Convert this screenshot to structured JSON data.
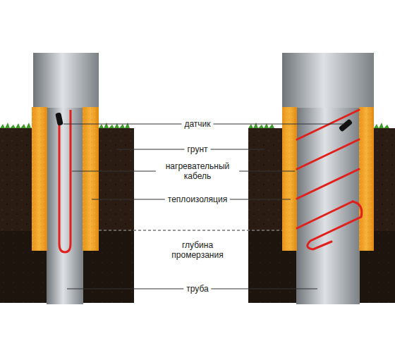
{
  "diagram": {
    "labels": [
      "датчик",
      "грунт",
      "нагревательный кабель",
      "теплоизоляция",
      "глубина промерзания",
      "труба"
    ]
  }
}
